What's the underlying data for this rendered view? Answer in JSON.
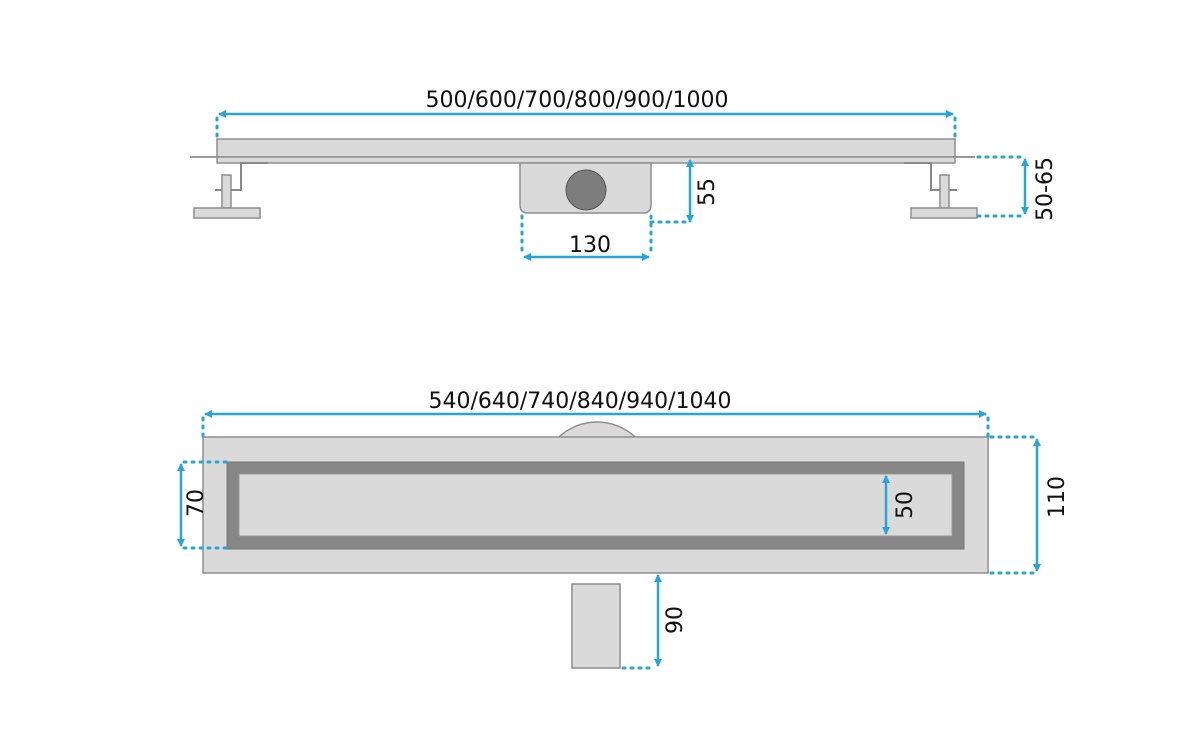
{
  "side_view": {
    "length_label": "500/600/700/800/900/1000",
    "outlet_height_label": "55",
    "outlet_width_label": "130",
    "feet_height_label": "50-65"
  },
  "top_view": {
    "length_label": "540/640/740/840/940/1040",
    "frame_width_label": "70",
    "grate_width_label": "50",
    "total_width_label": "110",
    "pipe_length_label": "90"
  },
  "colors": {
    "dimension": "#2aa3d6",
    "body": "#dadada",
    "frame": "#878787"
  }
}
